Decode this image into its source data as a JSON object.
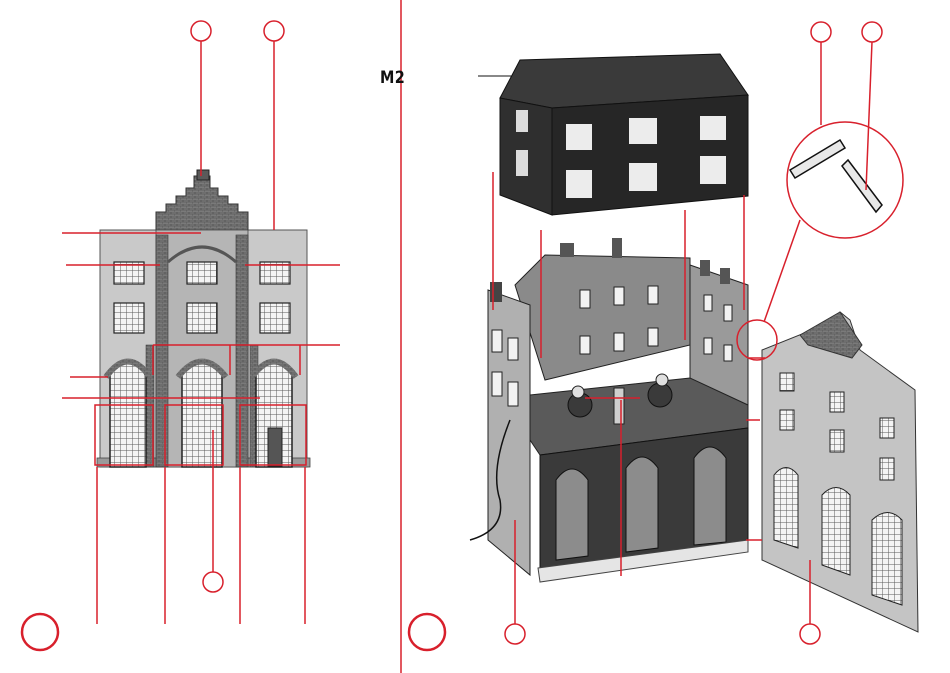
{
  "labels": {
    "part_m2": "M2"
  },
  "colors": {
    "callout_red": "#d8202c",
    "building_light": "#c9c9c9",
    "building_dark": "#2a2a2a",
    "brick": "#6e6e6e"
  },
  "panels": {
    "left": {
      "subject": "front-facade",
      "callouts": 9,
      "empty_circle_markers": 3
    },
    "right": {
      "subject": "exploded-building-assembly",
      "callouts": 8,
      "empty_circle_markers": 5
    }
  }
}
